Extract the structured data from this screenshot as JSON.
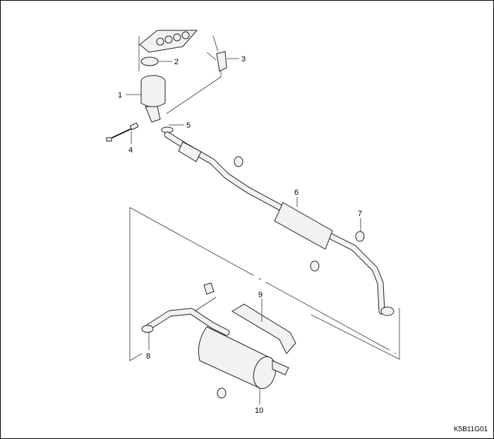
{
  "diagram": {
    "title": "Exhaust system exploded view",
    "callouts": [
      "1",
      "2",
      "3",
      "4",
      "5",
      "6",
      "7",
      "8",
      "9",
      "10"
    ],
    "figure_code": "K5B11G01"
  }
}
